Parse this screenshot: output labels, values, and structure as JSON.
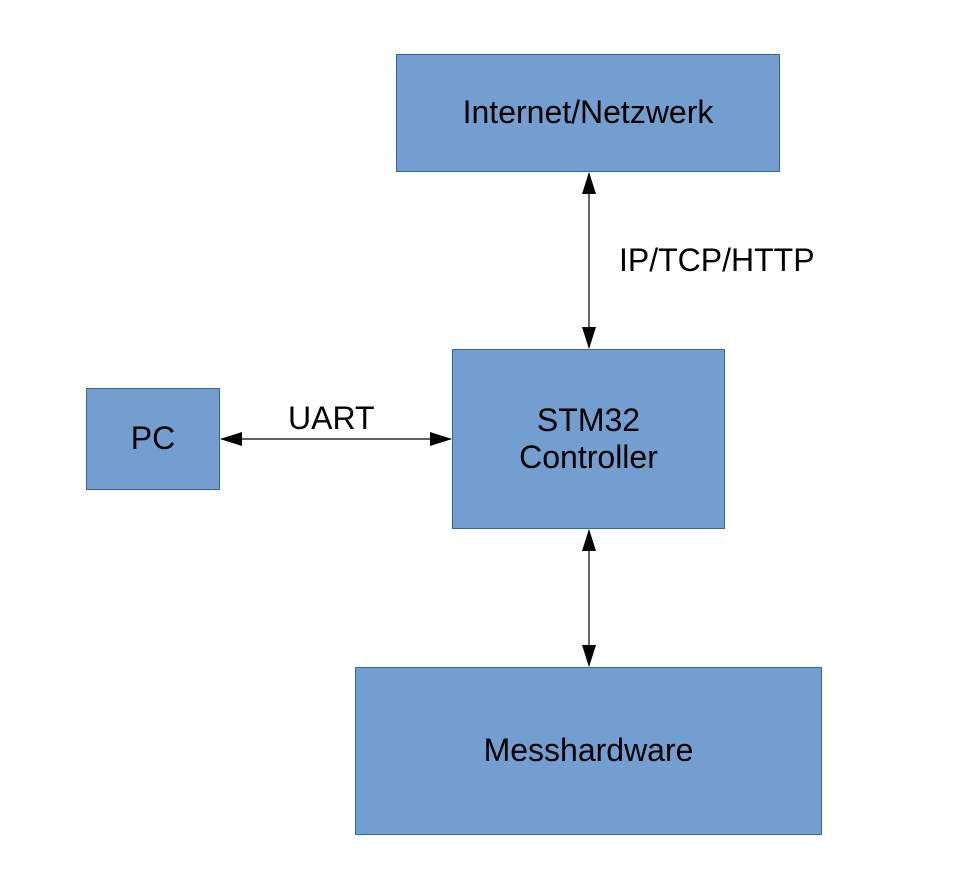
{
  "nodes": {
    "internet": {
      "label": "Internet/Netzwerk"
    },
    "stm32": {
      "line1": "STM32",
      "line2": "Controller"
    },
    "pc": {
      "label": "PC"
    },
    "messhardware": {
      "label": "Messhardware"
    }
  },
  "edges": {
    "internet_stm32": {
      "label": "IP/TCP/HTTP"
    },
    "pc_stm32": {
      "label": "UART"
    }
  },
  "colors": {
    "box_fill": "#729fcf",
    "box_border": "#3465a4",
    "line": "#000000"
  }
}
